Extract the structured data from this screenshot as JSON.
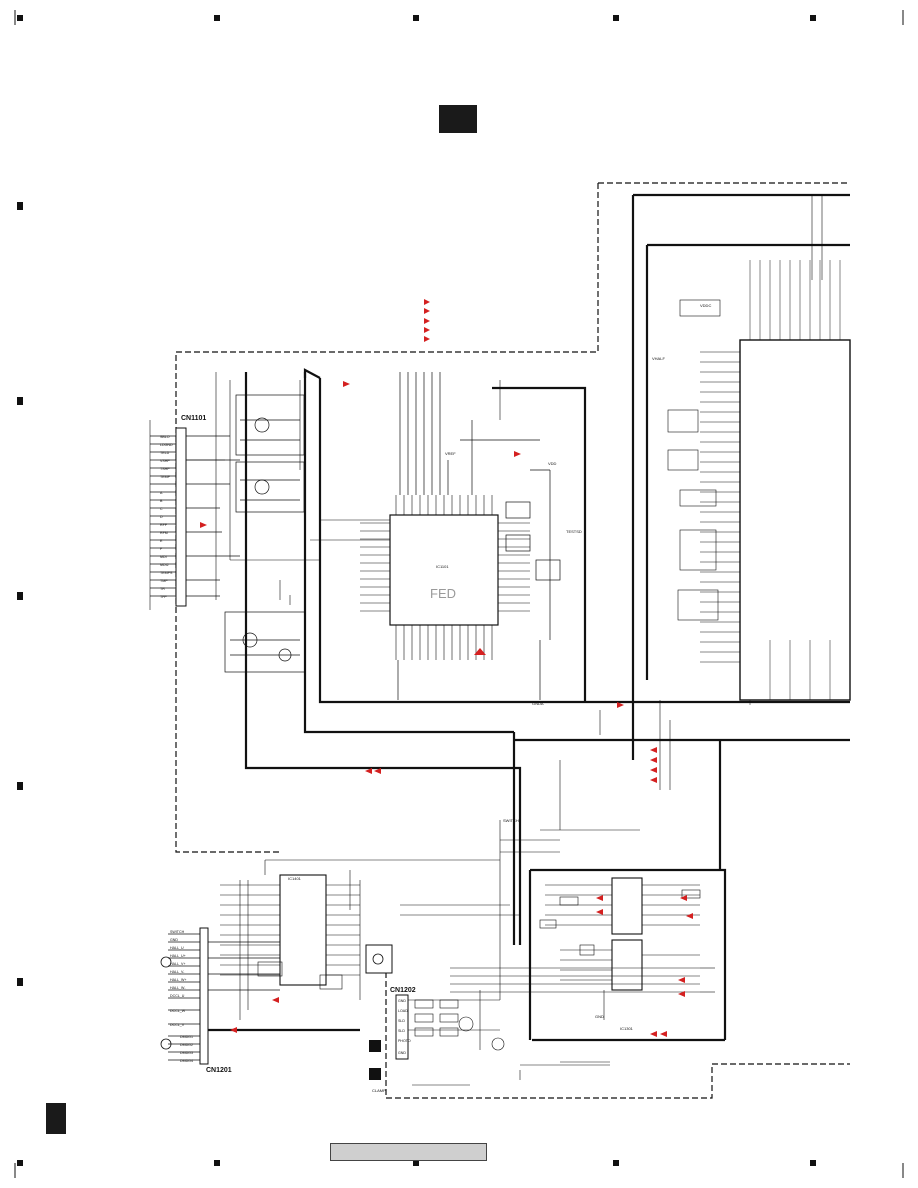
{
  "connectors": {
    "cn1101": "CN1101",
    "cn1201": "CN1201",
    "cn1202": "CN1202"
  },
  "blocks": {
    "fed_ic": "FED",
    "ic1101": "IC1101",
    "ic1401": "IC1401",
    "ic1301": "IC1301"
  },
  "signals": {
    "vdd": "VDD",
    "gnda": "GNDA",
    "vref": "VREF",
    "vhalf": "VHALF",
    "vddc": "VDDC",
    "switch": "SWITCH",
    "gnd": "GND",
    "clamp": "CLAMP",
    "testsd": "TESTSD"
  },
  "cn1101_pins": [
    "SBLO",
    "LDGND",
    "TELD",
    "VSHP",
    "TSHP",
    "TEMP",
    "A",
    "B",
    "C",
    "D",
    "RFP",
    "RFM",
    "E",
    "F",
    "MDI",
    "MDI2",
    "TEMPS",
    "TMP",
    "TR",
    "TFP",
    "TRP"
  ],
  "cn1201_pins": [
    "SWITCH",
    "GND",
    "HALL_U",
    "HALL_U+",
    "HALL_V+",
    "HALL_V-",
    "HALL_W+",
    "HALL_W-",
    "DCCL_U",
    "DCCL_W",
    "DCCL_V",
    "DMDG1",
    "DMDG2",
    "DMDG3",
    "DMDG4"
  ],
  "cn1202_pins": [
    "GND",
    "LOAD",
    "SLD",
    "SLD",
    "PHOTO",
    "GND"
  ],
  "colors": {
    "ink": "#111111",
    "arrow": "#d42020",
    "box_fill": "#ffffff",
    "tag_fill": "#1a1a1a",
    "bar_fill": "#cfcfcf"
  }
}
